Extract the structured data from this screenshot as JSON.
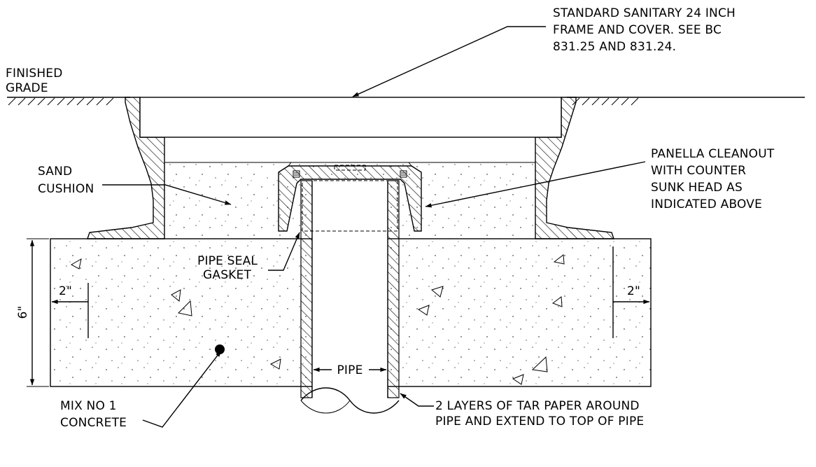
{
  "labels": {
    "frame_cover": [
      "STANDARD SANITARY  24 INCH",
      "FRAME AND COVER.  SEE BC",
      "831.25 AND 831.24."
    ],
    "finished_grade": [
      "FINISHED",
      "GRADE"
    ],
    "sand_cushion": [
      "SAND",
      "CUSHION"
    ],
    "cleanout": [
      "PANELLA CLEANOUT",
      "WITH COUNTER",
      "SUNK HEAD AS",
      "INDICATED ABOVE"
    ],
    "gasket": [
      "PIPE SEAL",
      "GASKET"
    ],
    "dim_left": "2\"",
    "dim_right": "2\"",
    "dim_depth": "6\"",
    "pipe": "PIPE",
    "tar_paper": [
      "2 LAYERS OF TAR PAPER AROUND",
      "PIPE AND EXTEND TO TOP OF PIPE"
    ],
    "concrete": [
      "MIX NO 1",
      "CONCRETE"
    ]
  }
}
